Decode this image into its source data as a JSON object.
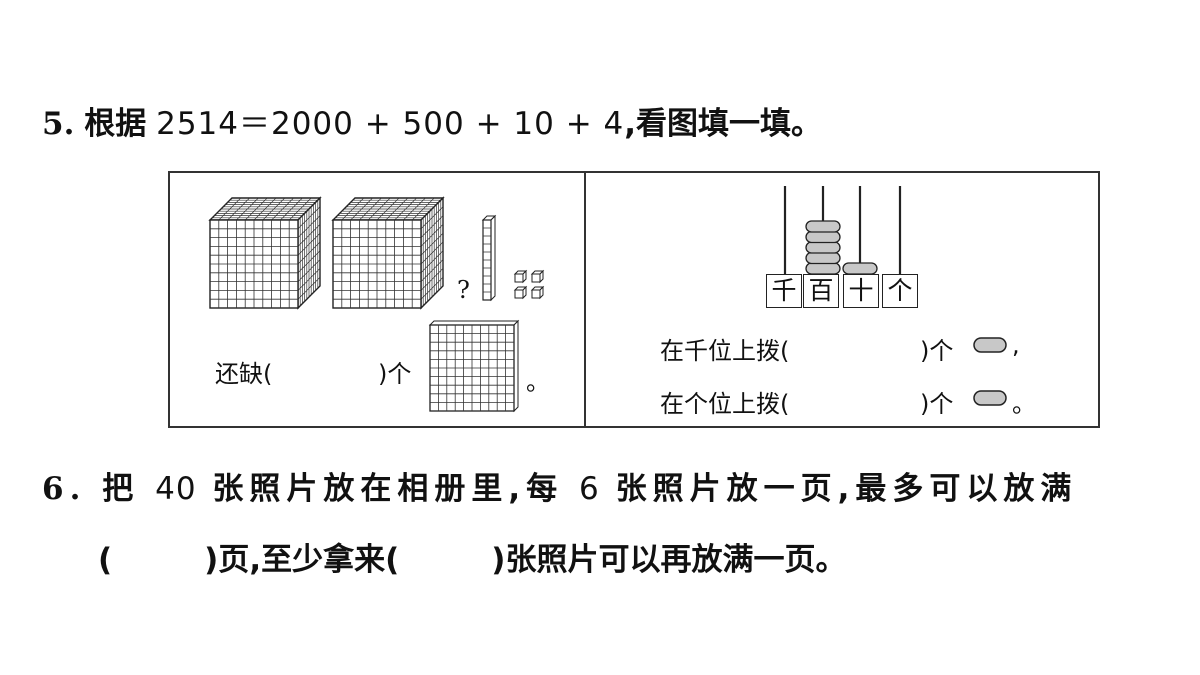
{
  "q5": {
    "number": "5.",
    "prefix": "根据",
    "equation": "2514＝2000 + 500 + 10 + 4",
    "suffix": ",看图填一填。"
  },
  "left_panel": {
    "question_mark": "?",
    "blank_prefix": "还缺(",
    "blank_suffix": ")个",
    "end": "。"
  },
  "abacus": {
    "places": [
      "千",
      "百",
      "十",
      "个"
    ],
    "beads": [
      0,
      5,
      1,
      0
    ]
  },
  "right_panel": {
    "line1_prefix": "在千位上拨(",
    "line1_suffix": ")个",
    "line1_end": ",",
    "line2_prefix": "在个位上拨(",
    "line2_suffix": ")个",
    "line2_end": "。"
  },
  "q6": {
    "number": "6.",
    "part1": "把",
    "n1": "40",
    "part2": "张照片放在相册里,每",
    "n2": "6",
    "part3": "张照片放一页,最多可以放满",
    "line2_a": "(",
    "line2_b": ")页,至少拿来(",
    "line2_c": ")张照片可以再放满一页。"
  }
}
